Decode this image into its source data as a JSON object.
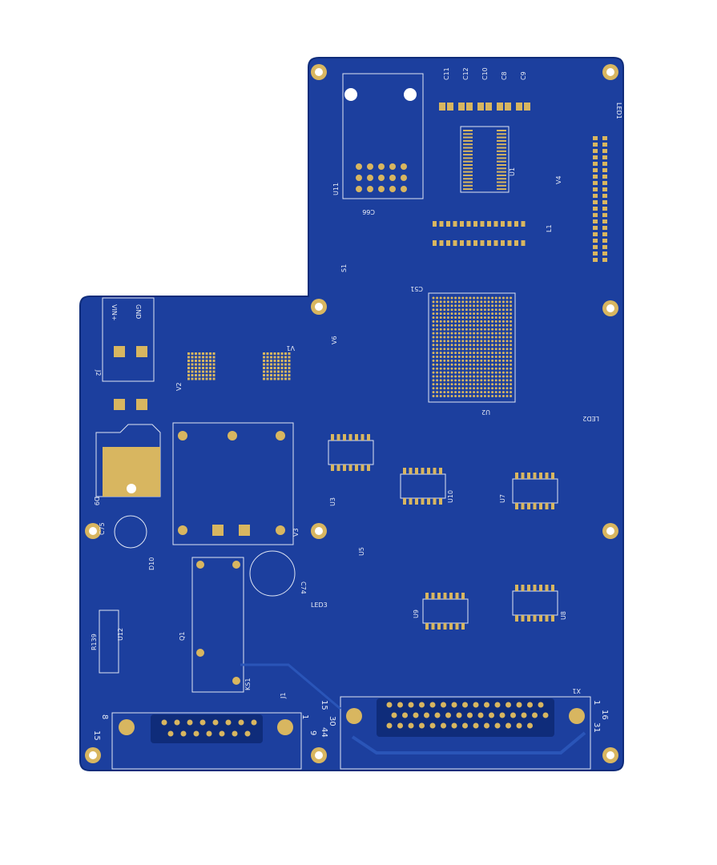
{
  "colors": {
    "board": "#1c3f9e",
    "board_edge": "#0f2c7a",
    "pad": "#d8b660",
    "silkscreen": "#e8ecf6",
    "hole": "#ffffff",
    "background": "#ffffff"
  },
  "labels": {
    "gnd": "GND",
    "vin": "VIN+",
    "j2": "J2",
    "d9": "D9",
    "c75": "C75",
    "v2": "V2",
    "v1": "V1",
    "v3": "V3",
    "v4": "V4",
    "v6": "V6",
    "u1": "U1",
    "u2": "U2",
    "u3": "U3",
    "u5": "U5",
    "u7": "U7",
    "u8": "U8",
    "u9": "U9",
    "u10": "U10",
    "u11": "U11",
    "u12": "U12",
    "x1": "X1",
    "j1": "J1",
    "ks1": "KS1",
    "s1": "S1",
    "l1": "L1",
    "q1": "Q1",
    "c51": "C51",
    "c74": "C74",
    "c66": "C66",
    "r139": "R139",
    "led1": "LED1",
    "led2": "LED2",
    "led3": "LED3",
    "d10": "D10",
    "c11": "C11",
    "c12": "C12",
    "c10": "C10",
    "c8": "C8",
    "c9": "C9",
    "j1_pin15": "15",
    "j1_pin8": "8",
    "j1_pin9": "9",
    "j1_pin1": "1",
    "x1_pin15": "15",
    "x1_pin30": "30",
    "x1_pin44": "44",
    "x1_pin1": "1",
    "x1_pin16": "16",
    "x1_pin31": "31"
  }
}
